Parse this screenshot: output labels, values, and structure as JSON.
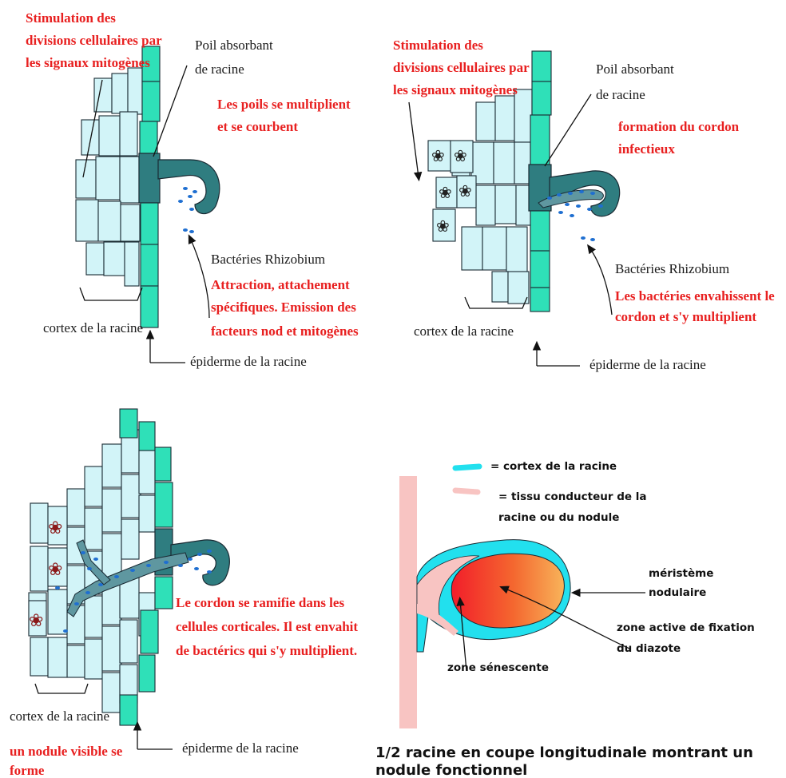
{
  "panel1": {
    "red_top": [
      "Stimulation des",
      "divisions cellulaires par",
      "les signaux  mitogènes"
    ],
    "poil": [
      "Poil absorbant",
      "de racine"
    ],
    "red_right": [
      "Les poils se multiplient",
      "et se courbent"
    ],
    "bact": "Bactéries Rhizobium",
    "red_bottom": [
      "Attraction, attachement",
      "spécifiques. Emission des",
      "facteurs nod et mitogènes"
    ],
    "cortex": "cortex de la racine",
    "epiderme": "épiderme de la racine"
  },
  "panel2": {
    "red_top": [
      "Stimulation des",
      "divisions cellulaires par",
      "les signaux  mitogènes"
    ],
    "poil": [
      "Poil absorbant",
      "de racine"
    ],
    "red_right": [
      "formation du cordon",
      "infectieux"
    ],
    "bact": "Bactéries Rhizobium",
    "red_bottom": [
      "Les bactéries envahissent le",
      "cordon et s'y multiplient"
    ],
    "cortex": "cortex de la racine",
    "epiderme": "épiderme de la racine"
  },
  "panel3": {
    "red_right": [
      "Le cordon se ramifie dans les",
      "cellules corticales. Il est envahit",
      "de bactérics qui s'y multiplient."
    ],
    "cortex": "cortex de la racine",
    "epiderme": "épiderme de la racine",
    "red_bottom": [
      "un nodule visible se",
      "forme"
    ]
  },
  "panel4": {
    "legend_cortex": "= cortex  de la racine",
    "legend_tissu": [
      "= tissu conducteur de la",
      "racine ou du nodule"
    ],
    "meristeme": [
      "méristème",
      "nodulaire"
    ],
    "zone_active": [
      "zone active de fixation",
      "du diazote"
    ],
    "zone_senescente": "zone sénescente",
    "caption": [
      "1/2 racine en coupe longitudinale montrant un",
      "nodule fonctionnel"
    ],
    "colors": {
      "cortex": "#22e0ee",
      "tissu": "#f8c4c2",
      "nodule_red": "#f21d2a",
      "nodule_orange": "#f6a84a"
    }
  }
}
